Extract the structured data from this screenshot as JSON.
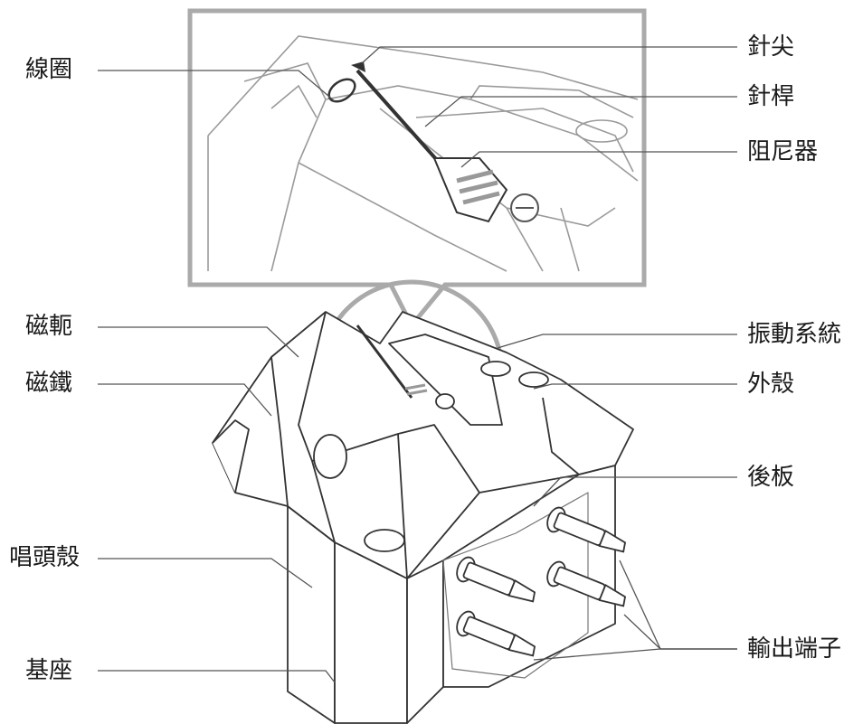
{
  "labels": {
    "coil": "線圈",
    "stylus_tip": "針尖",
    "cantilever": "針桿",
    "damper": "阻尼器",
    "pole_piece": "磁軛",
    "magnet": "磁鐵",
    "vibration_system": "振動系統",
    "housing": "外殼",
    "back_plate": "後板",
    "cartridge_body": "唱頭殼",
    "base": "基座",
    "output_terminals": "輸出端子"
  },
  "colors": {
    "line": "#3a3a3a",
    "leader": "#555555",
    "callout": "#aaaaaa",
    "fill": "#ffffff",
    "shade": "#9a9a9a"
  }
}
